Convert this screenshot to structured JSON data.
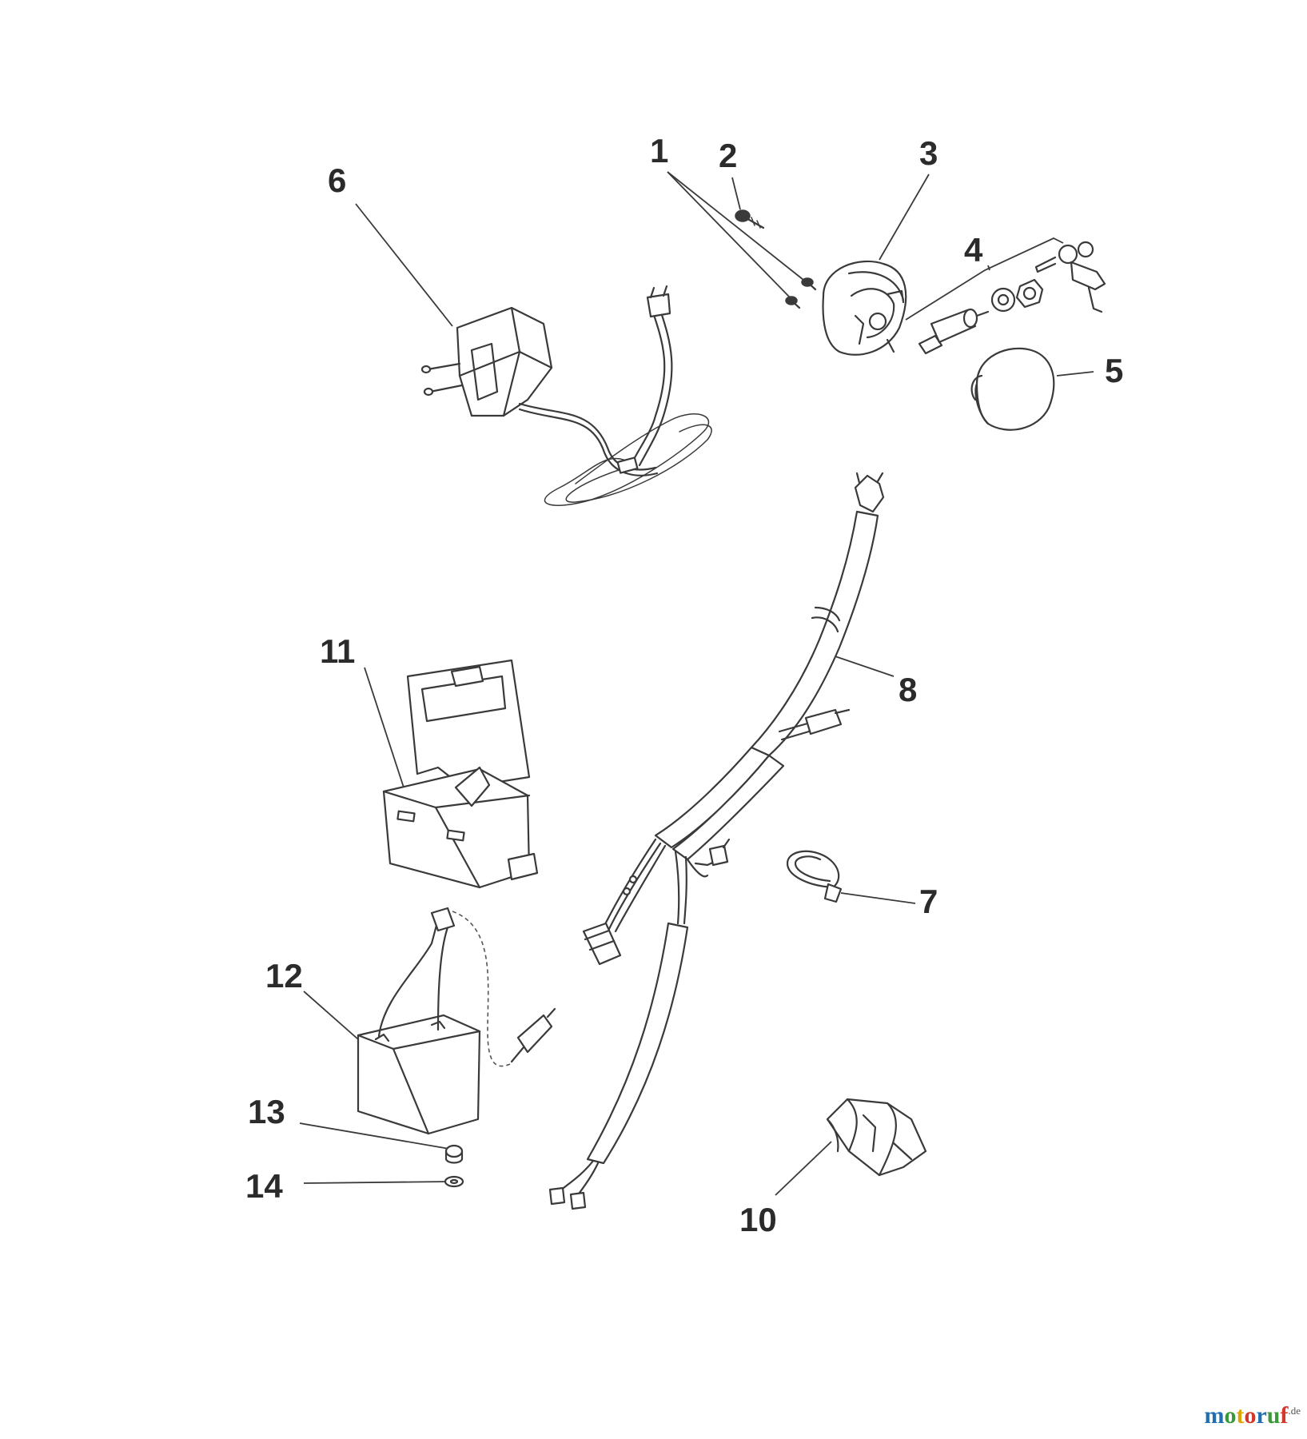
{
  "parts": [
    {
      "id": "1",
      "label": "1"
    },
    {
      "id": "2",
      "label": "2"
    },
    {
      "id": "3",
      "label": "3"
    },
    {
      "id": "4",
      "label": "4"
    },
    {
      "id": "5",
      "label": "5"
    },
    {
      "id": "6",
      "label": "6"
    },
    {
      "id": "7",
      "label": "7"
    },
    {
      "id": "8",
      "label": "8"
    },
    {
      "id": "10",
      "label": "10"
    },
    {
      "id": "11",
      "label": "11"
    },
    {
      "id": "12",
      "label": "12"
    },
    {
      "id": "13",
      "label": "13"
    },
    {
      "id": "14",
      "label": "14"
    }
  ],
  "watermark": {
    "letters": [
      {
        "ch": "m",
        "color": "#1f6fb2"
      },
      {
        "ch": "o",
        "color": "#3a9a3a"
      },
      {
        "ch": "t",
        "color": "#e0a400"
      },
      {
        "ch": "o",
        "color": "#d4372c"
      },
      {
        "ch": "r",
        "color": "#1f6fb2"
      },
      {
        "ch": "u",
        "color": "#3a9a3a"
      },
      {
        "ch": "f",
        "color": "#d4372c"
      }
    ],
    "tld": ".de"
  }
}
